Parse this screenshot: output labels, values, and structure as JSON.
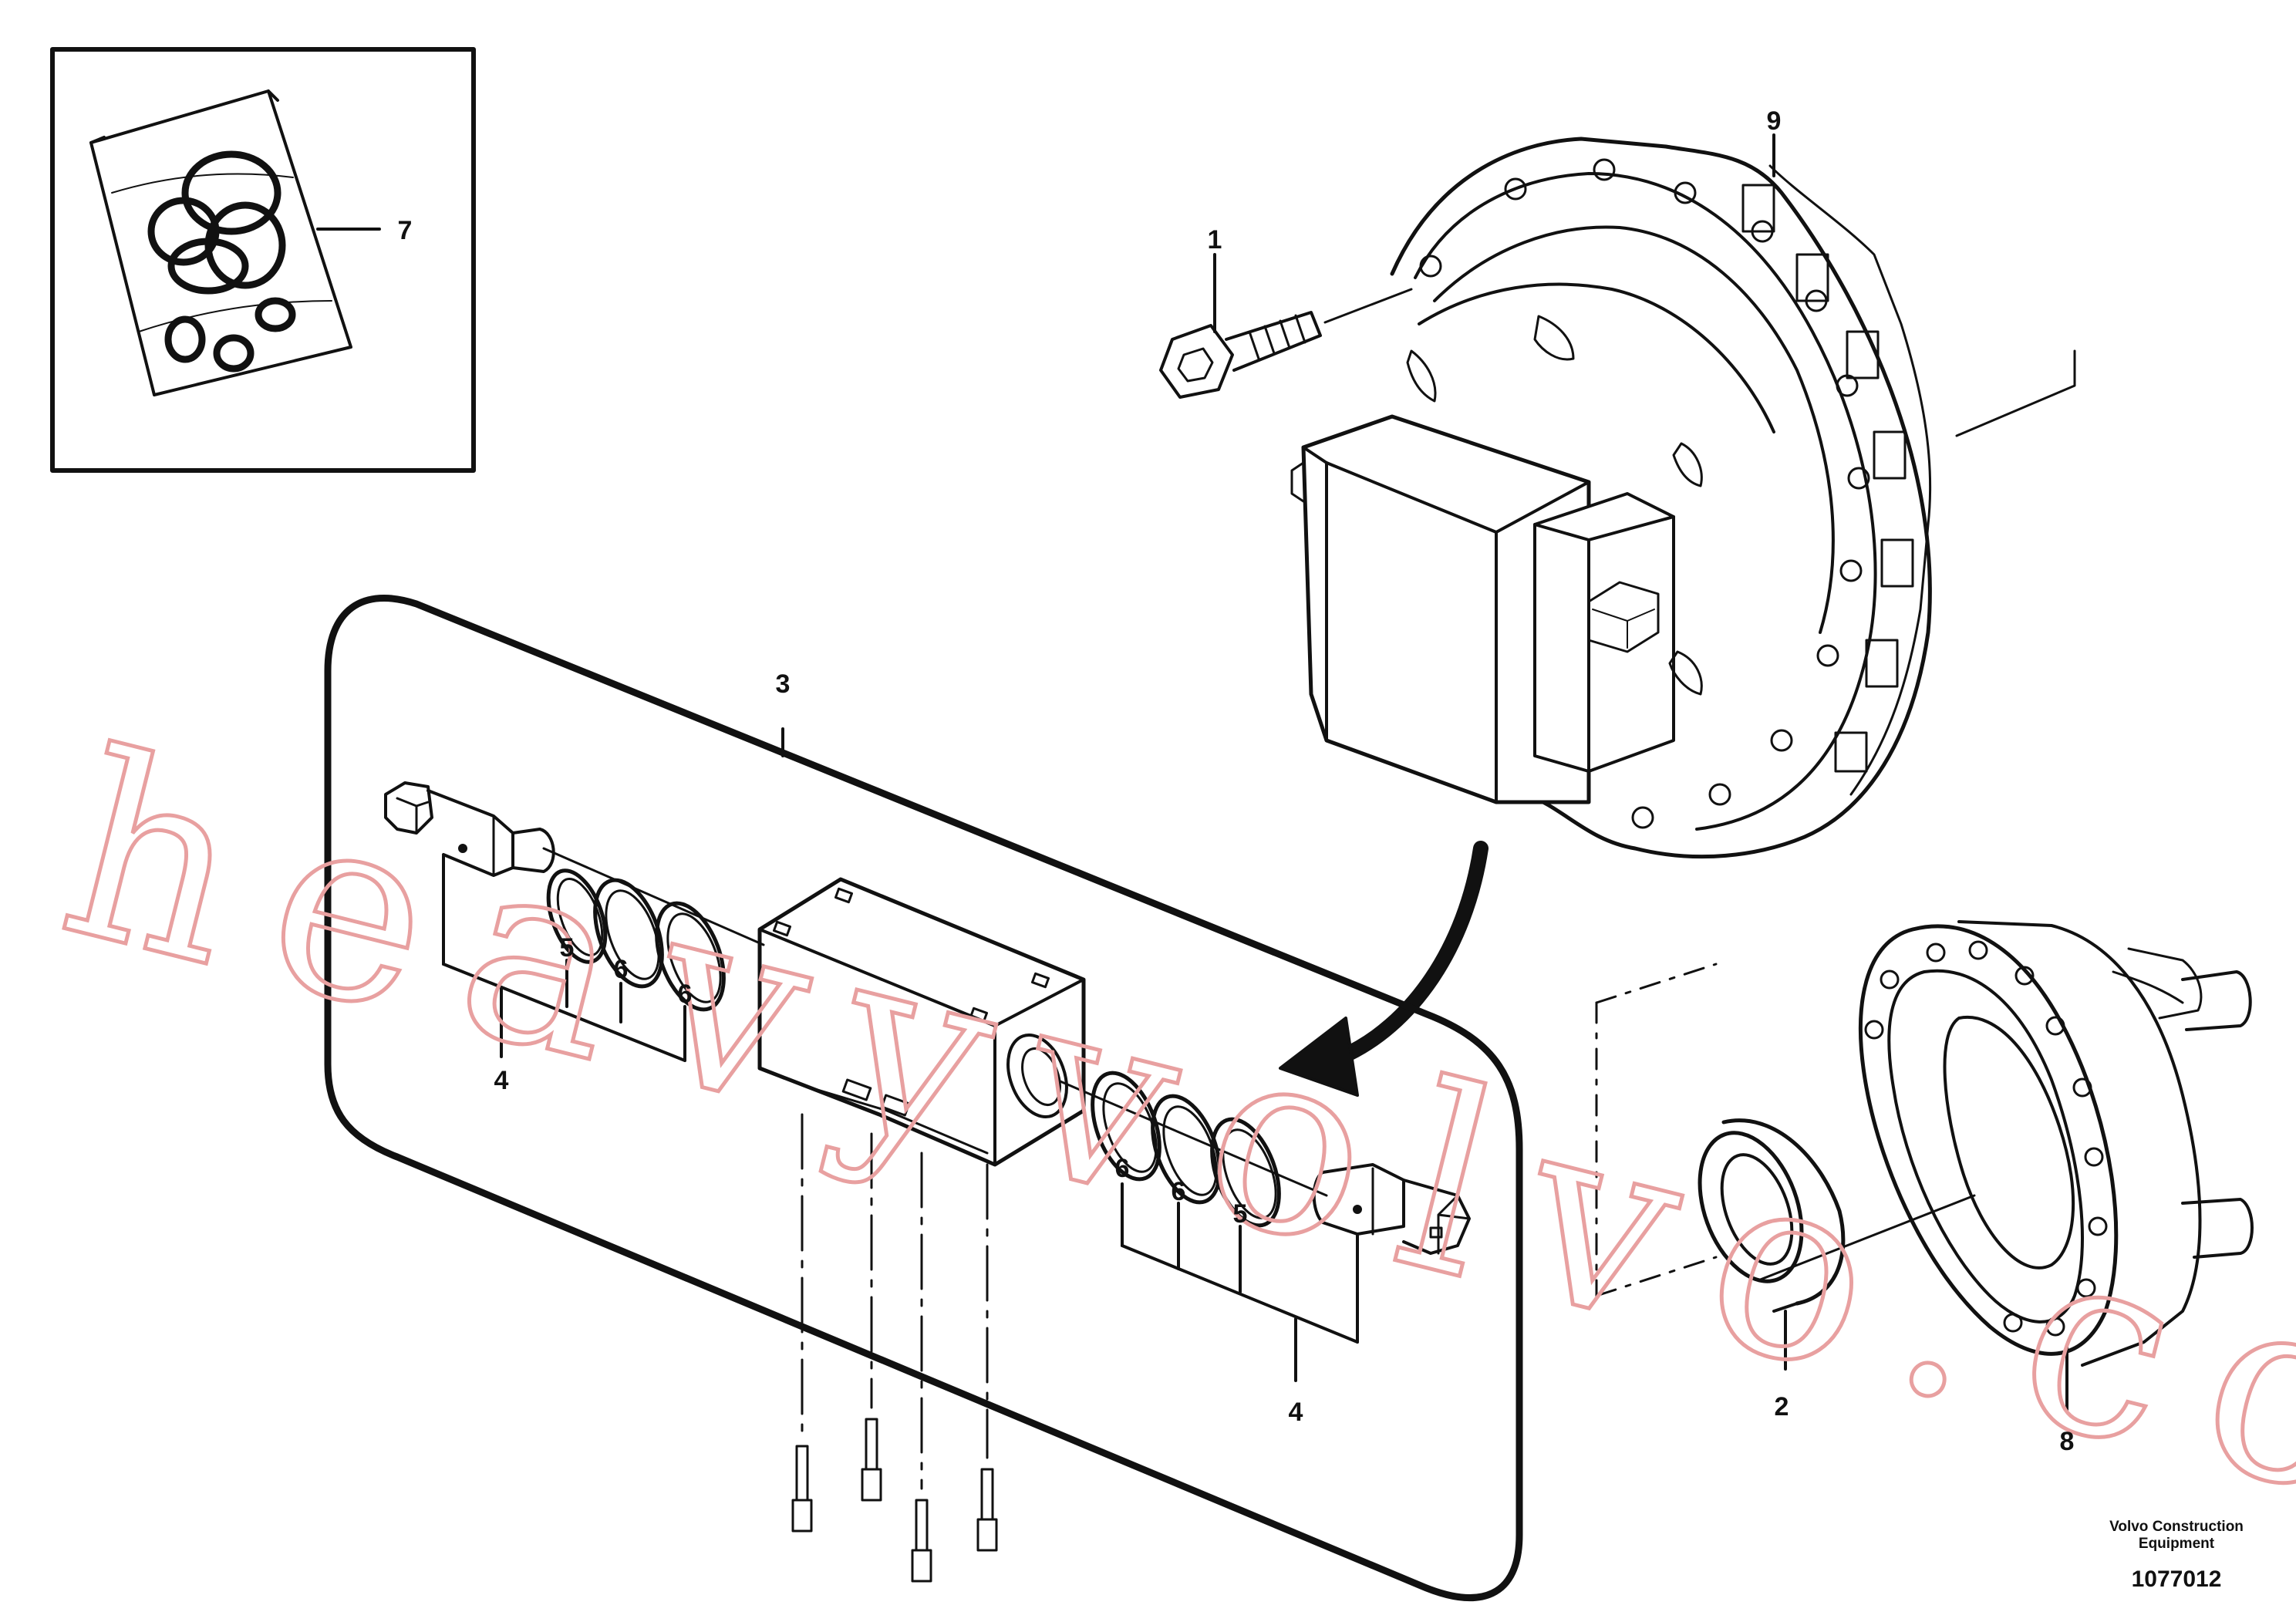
{
  "callouts": {
    "bolt": "1",
    "seal": "2",
    "valve_assembly": "3",
    "cartridge_left": "4",
    "cartridge_right": "4",
    "ring_left_5": "5",
    "ring_left_6a": "6",
    "ring_left_6b": "6",
    "ring_right_6a": "6",
    "ring_right_6b": "6",
    "ring_right_5": "5",
    "seal_kit": "7",
    "hub": "8",
    "motor": "9"
  },
  "caption": {
    "company_line1": "Volvo Construction",
    "company_line2": "Equipment",
    "code": "1077012"
  },
  "watermark": "heavyvolvo.com",
  "colors": {
    "line": "#111111",
    "watermark": "#e8a0a0",
    "background": "#ffffff"
  }
}
